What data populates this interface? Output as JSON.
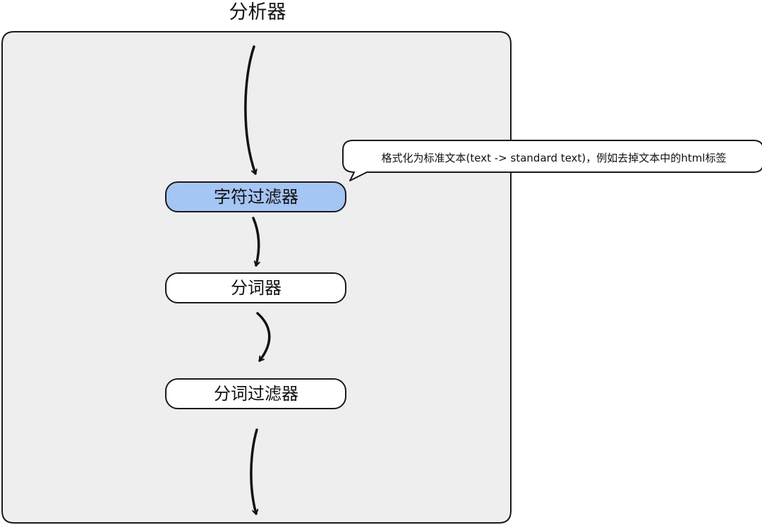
{
  "diagram": {
    "title": "分析器",
    "nodes": [
      {
        "id": "char-filter",
        "label": "字符过滤器",
        "highlighted": true
      },
      {
        "id": "tokenizer",
        "label": "分词器",
        "highlighted": false
      },
      {
        "id": "token-filter",
        "label": "分词过滤器",
        "highlighted": false
      }
    ],
    "callout": {
      "target": "char-filter",
      "text": "格式化为标准文本(text -> standard text)，例如去掉文本中的html标签"
    }
  },
  "colors": {
    "container_fill": "#eeeeee",
    "highlight_fill": "#a5c5f5",
    "node_fill": "#ffffff",
    "stroke": "#1a1a1a"
  }
}
